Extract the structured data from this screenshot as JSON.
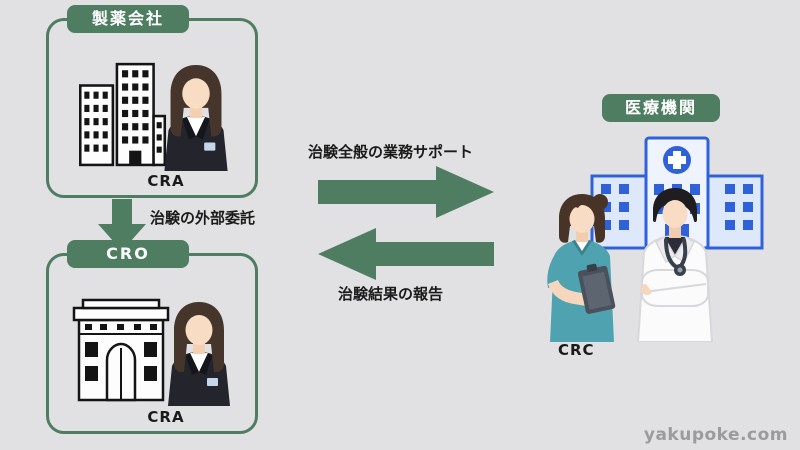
{
  "colors": {
    "background": "#e1e1e3",
    "accent_green": "#4f7d62",
    "hospital_blue": "#2f62d8",
    "watermark_gray": "#9b9b9b"
  },
  "boxes": {
    "pharma": {
      "title": "製薬会社",
      "person_label": "CRA"
    },
    "cro": {
      "title": "CRO",
      "person_label": "CRA"
    },
    "medical": {
      "title": "医療機関",
      "person_label": "CRC"
    }
  },
  "arrows": {
    "outsource": "治験の外部委託",
    "support": "治験全般の業務サポート",
    "report": "治験結果の報告"
  },
  "watermark": "yakupoke.com"
}
